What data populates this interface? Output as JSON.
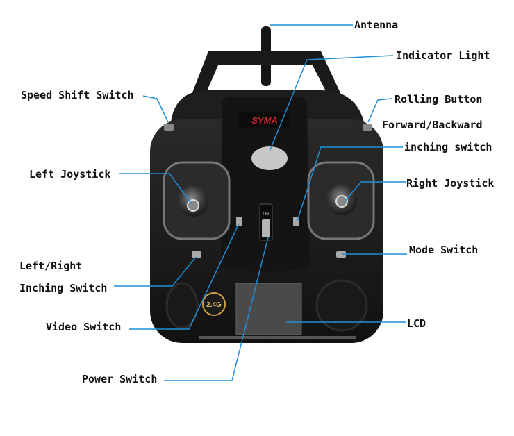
{
  "brand": "SYMA",
  "badge": "2.4G",
  "power_mark": "ON",
  "colors": {
    "leader_line": "#1e8fd8",
    "body": "#1c1c1c",
    "brand_red": "#d0202a"
  },
  "labels": {
    "antenna": "Antenna",
    "indicator_light": "Indicator Light",
    "speed_shift_switch": "Speed Shift Switch",
    "rolling_button": "Rolling Button",
    "forward_backward": "Forward/Backward",
    "inching_switch": "inching switch",
    "left_joystick": "Left Joystick",
    "right_joystick": "Right Joystick",
    "mode_switch": "Mode Switch",
    "left_right": "Left/Right",
    "inching_switch_lr": "Inching Switch",
    "video_switch": "Video Switch",
    "lcd": "LCD",
    "power_switch": "Power Switch"
  }
}
